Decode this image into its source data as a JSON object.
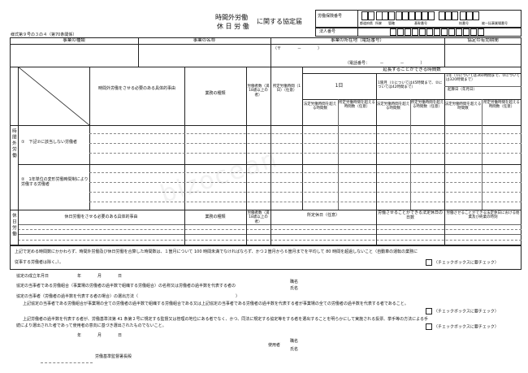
{
  "header": {
    "title_line1": "時間外労働",
    "title_line2": "休 日 労 働",
    "title_suffix": "に関する協定届",
    "form_no": "様式第９号の３の４（第70条関係）",
    "insurance_no_label": "労働保険番号",
    "insurance_sublabels": [
      "都道府県",
      "所掌",
      "管轄",
      "基幹番号",
      "枝番号",
      "被一括事業場番号"
    ],
    "corp_no_label": "法人番号"
  },
  "top_table": {
    "col_type": "事業の種類",
    "col_name": "事業の名称",
    "col_address": "事業の所在地（電話番号）",
    "col_period": "協定の有効期間",
    "postal": "（〒　　　　－　　　　）",
    "phone": "（電話番号：　　　－　　　　－　　　　）"
  },
  "overtime": {
    "section_label": "時間外労働",
    "col_reason": "時間外労働をさせる必要のある具体的事由",
    "col_work": "業務の種類",
    "col_workers": "労働者数（満18歳以上の者）",
    "col_legal": "所定労働時間（1日）（任意）",
    "col_extend_header": "延長することができる時間数",
    "col_day": "1日",
    "col_month": "1箇月（①については45時間まで、②については42時間まで）",
    "col_year": "1年（①については360時間まで、②については320時間まで）",
    "start_date": "起算日（年月日）",
    "exceed_legal": "法定労働時間を超える時間数",
    "exceed_prescribed": "所定労働時間を超える時間数（任意）",
    "row1": "①　下記②に該当しない労働者",
    "row2": "②　1年単位の変形労働時間制により労働する労働者"
  },
  "holiday": {
    "section_label": "休日労働",
    "col_reason": "休日労働をさせる必要のある具体的事由",
    "col_work": "業務の種類",
    "col_workers": "労働者数（満18歳以上の者）",
    "col_holiday": "所定休日（任意）",
    "col_days": "労働させることができる法定休日の日数",
    "col_time": "労働させることができる法定休日における始業及び終業の時刻"
  },
  "notes": {
    "limit_text_1": "上記で定める時間数にかかわらず、時間外労働及び休日労働を合算した時間数は、１箇月について 100 時間未満でなければならず、かつ２箇月から６箇月までを平均して 80 時間を超過しないこと（自動車の運転の業務に",
    "limit_text_2": "従事する労働者は除く。）。",
    "checkbox_label": "（チェックボックスに要チェック）",
    "agreement_date": "協定の成立年月日　　　　　　　年　　　　月　　　　日",
    "union_line": "協定の当事者である労働組合（事業場の労働者の過半数で組織する労働組合）の名称又は労働者の過半数を代表する者の",
    "title_label": "職名",
    "name_label": "氏名",
    "elect_line": "協定の当事者（労働者の過半数を代表する者の場合）の選出方法（　　　　　　　　　　　　　　　　　　　　　　　　）",
    "confirm_line": "上記協定の当事者である労働組合が事業場の全ての労働者の過半数で組織する労働組合である又は上記協定の当事者である労働者の過半数を代表する者が事業場の全ての労働者の過半数を代表する者であること。",
    "manager_line_1": "上記労働者の過半数を代表する者が、労働基準法第 41 条第２号に規定する監督又は管理の地位にある者でなく、かつ、同法に規定する協定等をする者を選出することを明らかにして実施される投票、挙手等の方法による手",
    "manager_line_2": "続により選出された者であって使用者の意向に基づき選出されたものでないこと。",
    "date_line": "年　　　　月　　　　日",
    "employer_label": "使用者",
    "office": "労働基準監督署長殿"
  },
  "watermark": "bizocean"
}
